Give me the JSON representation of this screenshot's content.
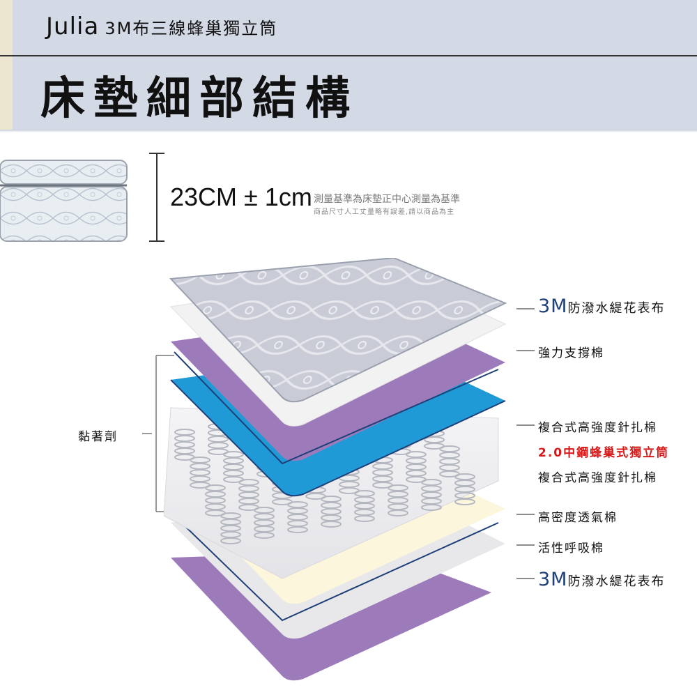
{
  "header": {
    "brand_name": "Julia",
    "model": "3M布三線蜂巢獨立筒",
    "title": "床墊細部結構"
  },
  "dimension": {
    "value": "23CM ± 1cm",
    "note_line1": "測量基準為床墊正中心測量為基準",
    "note_line2": "商品尺寸人工丈量略有誤差,請以商品為主"
  },
  "glue_label": "黏著劑",
  "layers": [
    {
      "prefix": "3M",
      "text": "防潑水緹花表布"
    },
    {
      "prefix": "",
      "text": "強力支撐棉"
    },
    {
      "prefix": "",
      "text": "複合式高強度針扎棉"
    },
    {
      "prefix": "",
      "text": "2.0中鋼蜂巢式獨立筒"
    },
    {
      "prefix": "",
      "text": "複合式高強度針扎棉"
    },
    {
      "prefix": "",
      "text": "高密度透氣棉"
    },
    {
      "prefix": "",
      "text": "活性呼吸棉"
    },
    {
      "prefix": "3M",
      "text": "防潑水緹花表布"
    }
  ],
  "colors": {
    "header_band": "#d4d9e6",
    "label_accent": "#1e3f78",
    "highlight_red": "#d61a1a",
    "layer_white": "#f2f2f2",
    "layer_purple": "#9d7bbb",
    "layer_blue": "#1f9ad6",
    "layer_cream": "#fbf6dc",
    "layer_grey": "#e8e8ea"
  }
}
